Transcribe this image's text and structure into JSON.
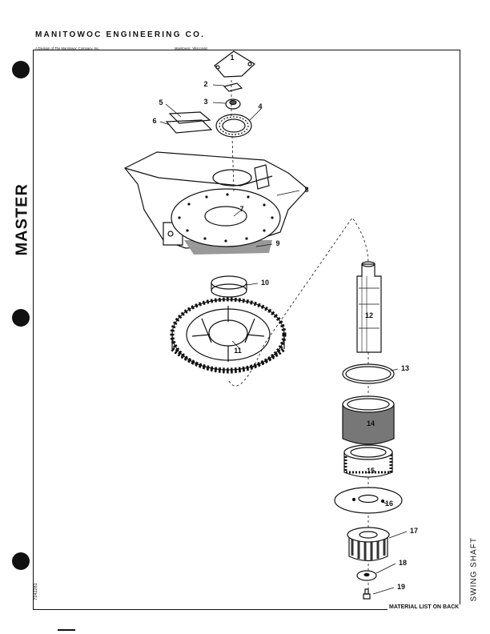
{
  "header": {
    "company": "MANITOWOC ENGINEERING CO.",
    "division": "A Division of The Manitowoc Company, Inc.",
    "location": "Manitowoc, Wisconsin"
  },
  "side": {
    "master": "MASTER",
    "title": "SWING SHAFT",
    "doc_number": "7242281"
  },
  "footer": {
    "material_note": "MATERIAL LIST ON BACK"
  },
  "callouts": [
    "1",
    "2",
    "3",
    "4",
    "5",
    "6",
    "7",
    "8",
    "9",
    "10",
    "11",
    "12",
    "13",
    "14",
    "15",
    "16",
    "17",
    "18",
    "19"
  ]
}
